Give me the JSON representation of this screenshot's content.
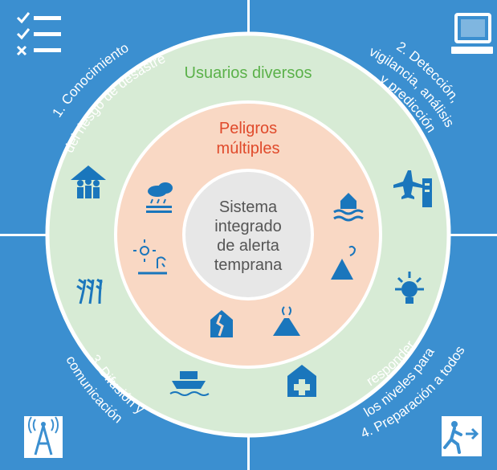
{
  "colors": {
    "quadrant_bg": "#3b8fd0",
    "divider": "#ffffff",
    "outer_ring": "#d7ebd5",
    "middle_ring": "#f9d8c4",
    "center": "#e7e7e7",
    "outer_label": "#5bb14a",
    "middle_label": "#e04a2b",
    "icon": "#1a76bc"
  },
  "quadrants": [
    {
      "id": "q1",
      "line1": "1. Conocimiento",
      "line2": "del riesgo de desastre",
      "icon": "checklist-icon"
    },
    {
      "id": "q2",
      "line1": "2. Detección,",
      "line2": "vigilancia, análisis",
      "line3": "y predicción",
      "icon": "computer-monitor-icon"
    },
    {
      "id": "q3",
      "line1": "3. Difusión y",
      "line2": "comunicación",
      "icon": "radio-tower-icon"
    },
    {
      "id": "q4",
      "line1": "4. Preparación a todos",
      "line2": "los niveles para",
      "line3": "responder",
      "icon": "emergency-exit-icon"
    }
  ],
  "outer_ring": {
    "label": "Usuarios diversos",
    "icons": [
      "community-shelter-icon",
      "airport-icon",
      "agriculture-wheat-icon",
      "lightbulb-energy-icon",
      "shipping-boat-icon",
      "health-hospital-icon"
    ]
  },
  "middle_ring": {
    "label_line1": "Peligros",
    "label_line2": "múltiples",
    "icons": [
      "storm-flood-icon",
      "coastal-flood-house-icon",
      "drought-heat-icon",
      "landslide-wind-icon",
      "earthquake-icon",
      "volcano-icon"
    ]
  },
  "center": {
    "line1": "Sistema",
    "line2": "integrado",
    "line3": "de alerta",
    "line4": "temprana"
  }
}
